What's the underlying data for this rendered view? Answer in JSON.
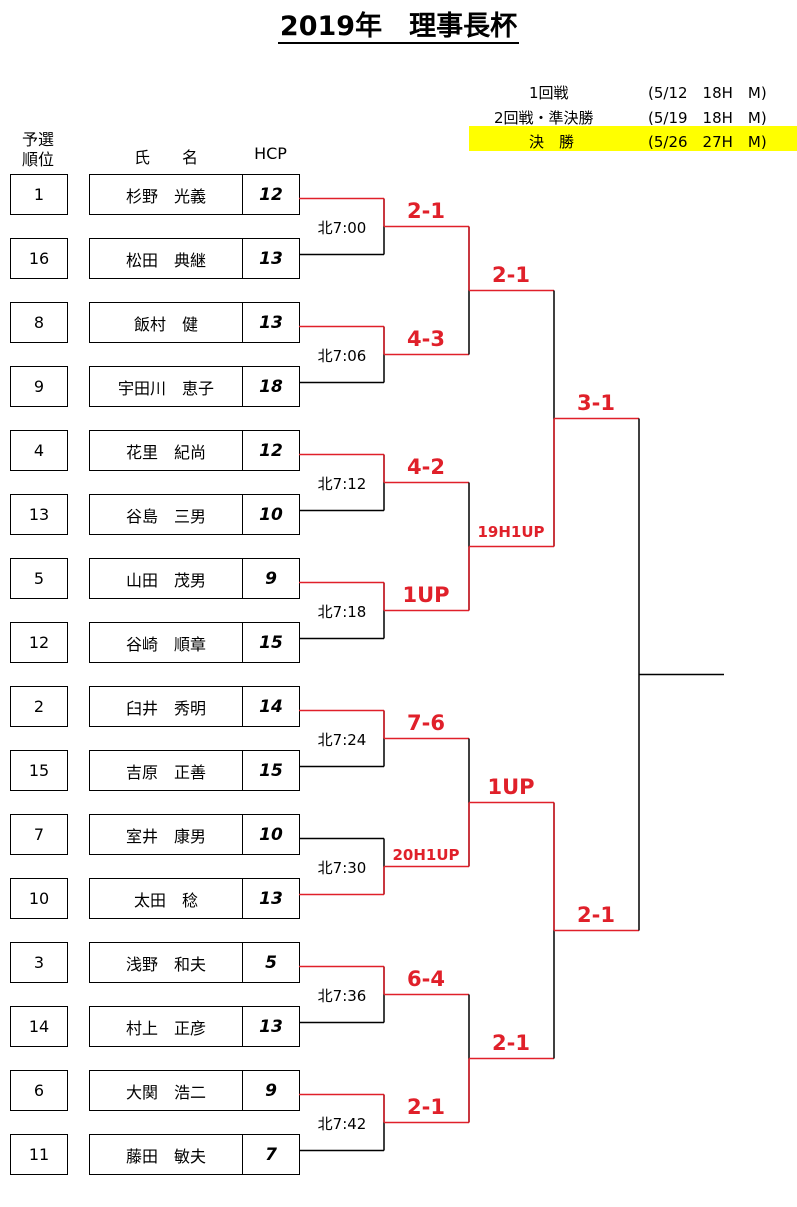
{
  "title": "2019年　理事長杯",
  "schedule": [
    {
      "round": "1回戦",
      "detail": "(5/12　18H　M)"
    },
    {
      "round": "2回戦・準決勝",
      "detail": "(5/19　18H　M)"
    },
    {
      "round": "決　勝",
      "detail": "(5/26　27H　M)"
    }
  ],
  "headers": {
    "seed": "予選\n順位",
    "name": "氏　　名",
    "hcp": "HCP"
  },
  "players": [
    {
      "seed": "1",
      "name": "杉野　光義",
      "hcp": "12"
    },
    {
      "seed": "16",
      "name": "松田　典継",
      "hcp": "13"
    },
    {
      "seed": "8",
      "name": "飯村　健",
      "hcp": "13"
    },
    {
      "seed": "9",
      "name": "宇田川　恵子",
      "hcp": "18"
    },
    {
      "seed": "4",
      "name": "花里　紀尚",
      "hcp": "12"
    },
    {
      "seed": "13",
      "name": "谷島　三男",
      "hcp": "10"
    },
    {
      "seed": "5",
      "name": "山田　茂男",
      "hcp": "9"
    },
    {
      "seed": "12",
      "name": "谷崎　順章",
      "hcp": "15"
    },
    {
      "seed": "2",
      "name": "臼井　秀明",
      "hcp": "14"
    },
    {
      "seed": "15",
      "name": "吉原　正善",
      "hcp": "15"
    },
    {
      "seed": "7",
      "name": "室井　康男",
      "hcp": "10"
    },
    {
      "seed": "10",
      "name": "太田　稔",
      "hcp": "13"
    },
    {
      "seed": "3",
      "name": "浅野　和夫",
      "hcp": "5"
    },
    {
      "seed": "14",
      "name": "村上　正彦",
      "hcp": "13"
    },
    {
      "seed": "6",
      "name": "大関　浩二",
      "hcp": "9"
    },
    {
      "seed": "11",
      "name": "藤田　敏夫",
      "hcp": "7"
    }
  ],
  "tee_times": [
    "北7:00",
    "北7:06",
    "北7:12",
    "北7:18",
    "北7:24",
    "北7:30",
    "北7:36",
    "北7:42"
  ],
  "round1_scores": [
    "2-1",
    "4-3",
    "4-2",
    "1UP",
    "7-6",
    "20H1UP",
    "6-4",
    "2-1"
  ],
  "round2_scores": [
    "2-1",
    "19H1UP",
    "1UP",
    "2-1"
  ],
  "semifinal_scores": [
    "3-1",
    "2-1"
  ],
  "colors": {
    "winner_line": "#e0202a",
    "highlight": "#ffff00"
  }
}
